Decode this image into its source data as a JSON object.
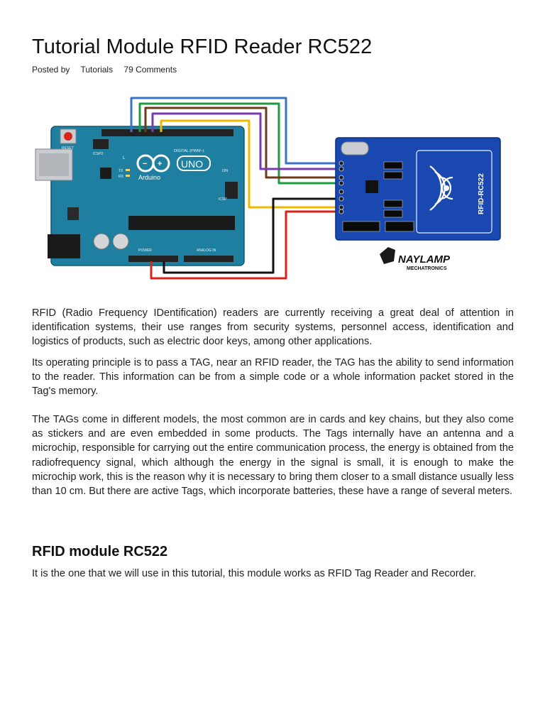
{
  "article": {
    "title": "Tutorial Module RFID Reader RC522",
    "meta": {
      "posted_by": "Posted by",
      "category": "Tutorials",
      "comments": "79 Comments"
    },
    "figure": {
      "board": {
        "reset_label": "RESET",
        "icsp2_label": "ICSP2",
        "brand": "Arduino",
        "model": "UNO",
        "digital_label": "DIGITAL (PWM~)",
        "power_label": "POWER",
        "analog_label": "ANALOG IN",
        "led_l": "L",
        "led_tx": "TX",
        "led_rx": "RX",
        "on_label": "ON",
        "icsp_label": "ICSP"
      },
      "rfid_module": {
        "label": "RFID-RC522"
      },
      "logo": {
        "name": "NAYLAMP",
        "sub": "MECHATRONICS"
      },
      "colors": {
        "board": "#1e7fa0",
        "module": "#1848b0",
        "wire_blue": "#3a74c8",
        "wire_green": "#1f9a3f",
        "wire_brown": "#6b3b1a",
        "wire_purple": "#7a3bb0",
        "wire_yellow": "#f0b800",
        "wire_black": "#111111",
        "wire_red": "#d8221c"
      }
    },
    "paragraphs": [
      "RFID (Radio Frequency IDentification) readers are currently receiving a great deal of attention in identification systems, their use ranges from security systems, personnel access, identification and logistics of products, such as electric door keys, among other applications.",
      "Its operating principle is to pass a TAG, near an RFID reader, the TAG has the ability to send information to the reader. This information can be from a simple code or a whole information packet stored in the Tag's memory.",
      "The TAGs come in different models, the most common are in cards and key chains, but they also come as stickers and are even embedded in some products. The Tags internally have an antenna and a microchip, responsible for carrying out the entire communication process, the energy is obtained from the radiofrequency signal, which although the energy in the signal is small, it is enough to make the microchip work, this is the reason why it is necessary to bring them closer to a small distance usually less than 10 cm. But there are active Tags, which incorporate batteries, these have a range of several meters."
    ],
    "section_heading": "RFID module RC522",
    "section_paragraph": "It is the one that we will use in this tutorial, this module works as RFID Tag Reader and Recorder."
  }
}
